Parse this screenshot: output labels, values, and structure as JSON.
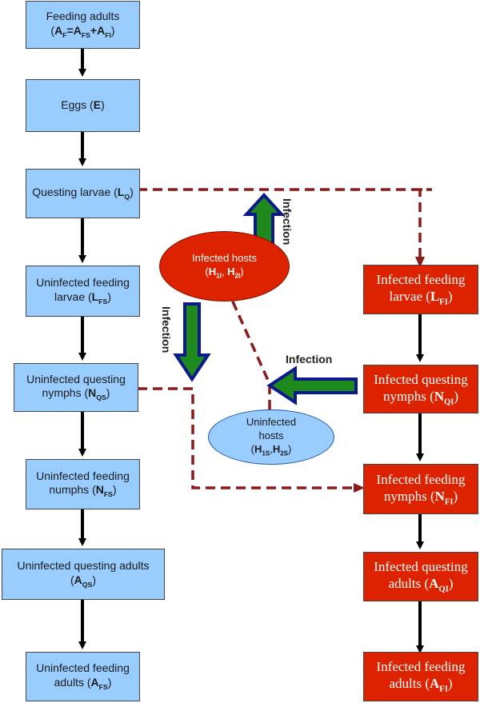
{
  "left_chain": [
    {
      "id": "feeding-adults",
      "line1": "Feeding adults",
      "line2_html": "(<b>A</b><sub>F</sub><b>=A</b><sub>FS</sub><b>+A</b><sub>FI</sub>)"
    },
    {
      "id": "eggs",
      "line1": "",
      "line2_html": "Eggs (<b>E</b>)"
    },
    {
      "id": "questing-larvae",
      "line1": "",
      "line2_html": "Questing larvae (<b>L</b><sub>Q</sub>)"
    },
    {
      "id": "uninfected-feeding-larvae",
      "line1": "Uninfected feeding",
      "line2_html": "larvae (<b>L</b><sub>FS</sub>)"
    },
    {
      "id": "uninfected-questing-nymphs",
      "line1": "Uninfected questing",
      "line2_html": "nymphs (<b>N</b><sub>QS</sub>)"
    },
    {
      "id": "uninfected-feeding-numphs",
      "line1": "Uninfected feeding",
      "line2_html": "numphs (<b>N</b><sub>FS</sub>)"
    },
    {
      "id": "uninfected-questing-adults",
      "line1": "Uninfected questing adults",
      "line2_html": "(<b>A</b><sub>QS</sub>)"
    },
    {
      "id": "uninfected-feeding-adults",
      "line1": "Uninfected feeding",
      "line2_html": "adults (<b>A</b><sub>FS</sub>)"
    }
  ],
  "right_chain": [
    {
      "id": "infected-feeding-larvae",
      "line1": "Infected feeding",
      "line2_html": "larvae (<b>L</b><sub>FI</sub>)"
    },
    {
      "id": "infected-questing-nymphs",
      "line1": "Infected questing",
      "line2_html": "nymphs (<b>N</b><sub>QI</sub>)"
    },
    {
      "id": "infected-feeding-nymphs",
      "line1": "Infected feeding",
      "line2_html": "nymphs (<b>N</b><sub>FI</sub>)"
    },
    {
      "id": "infected-questing-adults",
      "line1": "Infected questing",
      "line2_html": "adults (<b>A</b><sub>QI</sub>)"
    },
    {
      "id": "infected-feeding-adults",
      "line1": "Infected feeding",
      "line2_html": "adults (<b>A</b><sub>FI</sub>)"
    }
  ],
  "infected_hosts": {
    "line1": "Infected hosts",
    "line2_html": "(<b>H</b><sub>1I</sub>, <b>H</b><sub>2I</sub>)"
  },
  "uninfected_hosts": {
    "line1": "Uninfected",
    "line2": "hosts",
    "line3_html": "(<b>H</b><sub>1S</sub>,<b>H</b><sub>2S</sub>)"
  },
  "infection_labels": {
    "top": "Infection",
    "left": "Infection",
    "right": "Infection"
  },
  "colors": {
    "blue_box": "#99ccff",
    "red_box": "#dd2200",
    "dashed": "#8b1a1a",
    "arrow_fill": "#1e8a1e",
    "arrow_border": "#0a1a8a"
  }
}
